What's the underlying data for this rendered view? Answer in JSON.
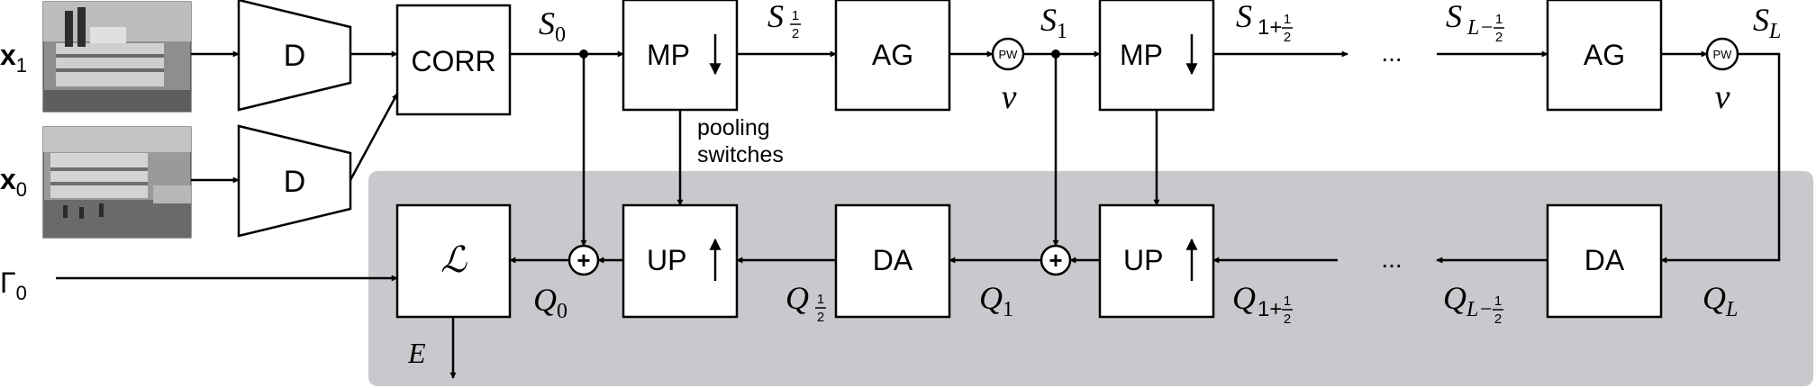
{
  "colors": {
    "panel": "#c9c8cc",
    "line": "#000000",
    "box_fill": "#ffffff"
  },
  "inputs": {
    "x1": "x",
    "x1_sub": "1",
    "x0": "x",
    "x0_sub": "0",
    "gamma0": "Γ",
    "gamma0_sub": "0"
  },
  "images": {
    "top": "steamboat-photo",
    "bottom": "steamboat-dock-photo"
  },
  "blocks": {
    "d_top": "D",
    "d_bottom": "D",
    "corr": "CORR",
    "mp1": "MP",
    "ag1": "AG",
    "mp2": "MP",
    "ag2": "AG",
    "up1": "UP",
    "da1": "DA",
    "up2": "UP",
    "da2": "DA",
    "loss": "ℒ",
    "pw1": "PW",
    "pw2": "PW",
    "plus": "+"
  },
  "labels": {
    "S": "S",
    "Q": "Q",
    "sub_0": "0",
    "sub_1": "1",
    "sub_L": "L",
    "half_num": "1",
    "half_den": "2",
    "one_plus": "1+",
    "l_minus": "L−",
    "nu": "ν",
    "E": "E",
    "dots": "...",
    "pooling_line1": "pooling",
    "pooling_line2": "switches"
  }
}
